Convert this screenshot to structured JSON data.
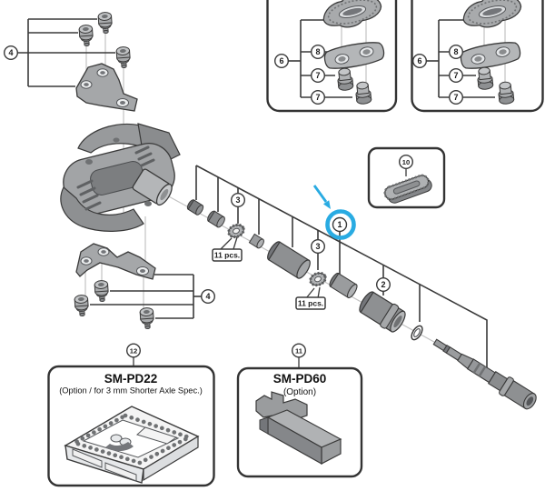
{
  "colors": {
    "line": "#3a3a3a",
    "highlight": "#29abe2"
  },
  "callouts": {
    "c1": "1",
    "c2": "2",
    "c3_left": "3",
    "c3_right": "3",
    "c4_top": "4",
    "c4_bottom": "4",
    "c6_left": "6",
    "c6_right": "6",
    "c7_left_upper": "7",
    "c7_left_lower": "7",
    "c7_right_upper": "7",
    "c7_right_lower": "7",
    "c8_left": "8",
    "c8_right": "8",
    "c10": "10"
  },
  "quantity_labels": {
    "left": "11 pcs.",
    "right": "11 pcs."
  },
  "option_boxes": {
    "sm_pd22": {
      "callout": "12",
      "title": "SM-PD22",
      "subtitle": "(Option / for 3 mm Shorter Axle Spec.)"
    },
    "sm_pd60": {
      "callout": "11",
      "title": "SM-PD60",
      "subtitle": "(Option)"
    }
  }
}
